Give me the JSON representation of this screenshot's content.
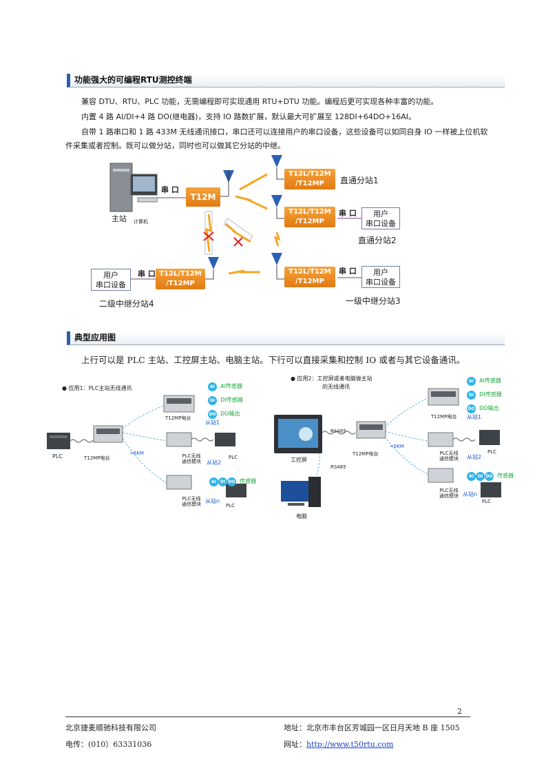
{
  "section1": {
    "title": "功能强大的可编程RTU测控终端",
    "p1": "兼容 DTU、RTU、PLC 功能，无需编程即可实现通用 RTU+DTU 功能。编程后更可实现各种丰富的功能。",
    "p2": "内置 4 路 AI/DI+4 路 DO(继电器)，支持 IO 路数扩展，默认最大可扩展至 128DI+64DO+16AI。",
    "p3a": "自带 1 路串口和 1 路 433M 无线通讯接口，串口还可以连接用户的串口设备，这些设备可以如同自身 IO 一样被上位机软",
    "p3b": "件采集或者控制。既可以做分站，同时也可以做其它分站的中继。"
  },
  "diagram1": {
    "main_label": "主站",
    "computer_label": "计算机",
    "serial_label": "串 口",
    "t12m": "T12M",
    "t12_line1": "T12L/T12M",
    "t12_line2": "/T12MP",
    "user_device_1": "用户",
    "user_device_2": "串口设备",
    "direct1": "直通分站1",
    "direct2": "直通分站2",
    "relay3": "一级中继分站3",
    "relay4": "二级中继分站4"
  },
  "section2": {
    "title": "典型应用图",
    "p1": "上行可以是 PLC 主站、工控屏主站、电脑主站。下行可以直接采集和控制 IO 或者与其它设备通讯。"
  },
  "diagram2": {
    "app1": "● 应用1：PLC主站无线通讯",
    "app2a": "● 应用2：工控屏或者电脑做主站",
    "app2b": "的无线通讯",
    "plc": "PLC",
    "t12mp": "T12MP电台",
    "km": "<6KM",
    "ai": "AI传感器",
    "di": "DI传感器",
    "do": "DO输出",
    "sensor": "传感器",
    "slave1": "从站1",
    "slave2": "从站2",
    "slaven": "从站n",
    "plc_wireless1": "PLC无线",
    "plc_wireless2": "通信模块",
    "rs485": "RS485",
    "hmi": "工控屏",
    "pc": "电脑",
    "chip_ai": "AI",
    "chip_di": "DI",
    "chip_do": "DO"
  },
  "page_number": "2",
  "footer": {
    "company": "北京捷麦顺驰科技有限公司",
    "address": "地址：北京市丰台区芳城园一区日月天地 B 座 1505",
    "phone": "电传：(010）63331036",
    "web_label": "网址：",
    "web_url": "http://www.t50rtu.com"
  }
}
